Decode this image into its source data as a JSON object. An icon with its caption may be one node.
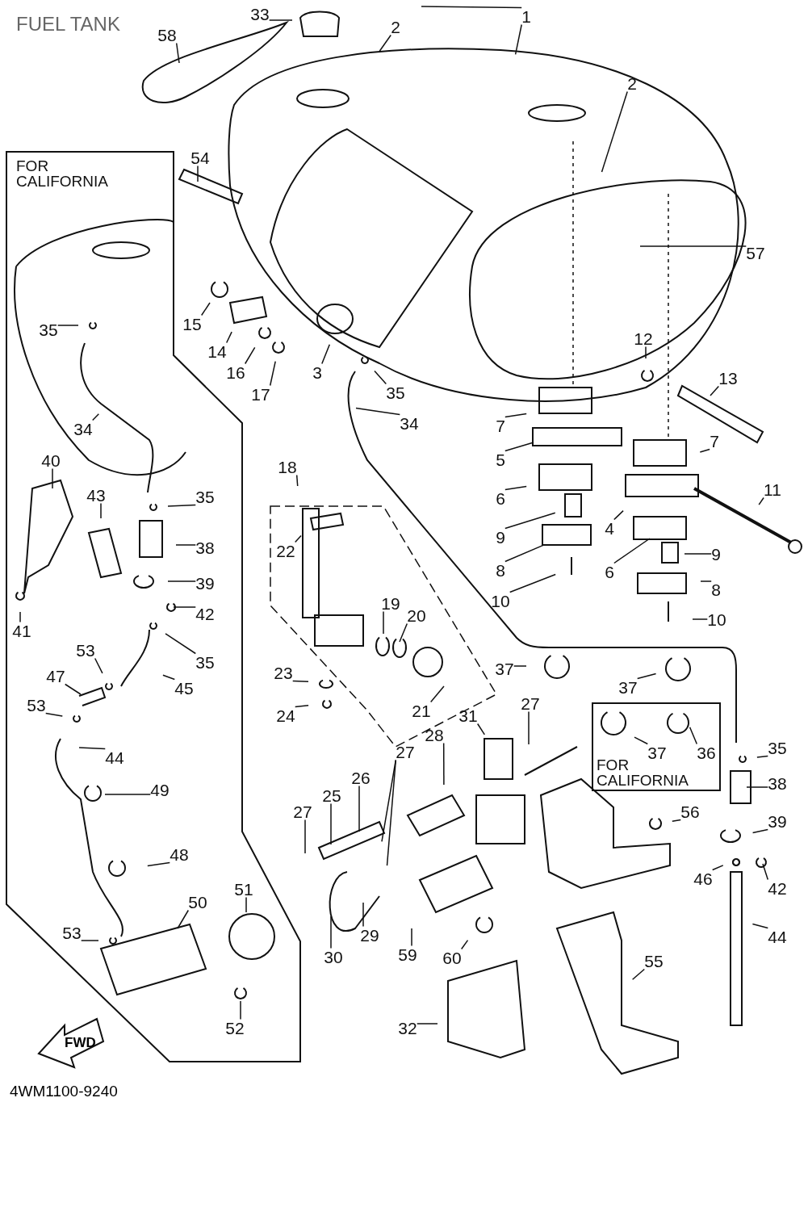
{
  "diagram": {
    "title": "FUEL TANK",
    "nodes": [
      {
        "text": [
          "FOR CALIFORNIA"
        ]
      },
      {
        "text": [
          "FOR CALIFORNIA"
        ]
      },
      {
        "text": [
          "33"
        ]
      },
      {
        "text": [
          "1"
        ]
      },
      {
        "text": [
          "2"
        ]
      },
      {
        "text": [
          "58"
        ]
      },
      {
        "text": [
          "2"
        ]
      },
      {
        "text": [
          "54"
        ]
      },
      {
        "text": [
          "57"
        ]
      },
      {
        "text": [
          "35"
        ],
        "in": 0
      },
      {
        "text": [
          "15"
        ]
      },
      {
        "text": [
          "12"
        ]
      },
      {
        "text": [
          "14"
        ]
      },
      {
        "text": [
          "16"
        ]
      },
      {
        "text": [
          "3"
        ]
      },
      {
        "text": [
          "13"
        ]
      },
      {
        "text": [
          "35"
        ]
      },
      {
        "text": [
          "17"
        ]
      },
      {
        "text": [
          "34"
        ]
      },
      {
        "text": [
          "7"
        ]
      },
      {
        "text": [
          "34"
        ],
        "in": 0
      },
      {
        "text": [
          "7"
        ]
      },
      {
        "text": [
          "5"
        ]
      },
      {
        "text": [
          "40"
        ],
        "in": 0
      },
      {
        "text": [
          "18"
        ]
      },
      {
        "text": [
          "11"
        ]
      },
      {
        "text": [
          "43"
        ],
        "in": 0
      },
      {
        "text": [
          "35"
        ],
        "in": 0
      },
      {
        "text": [
          "6"
        ]
      },
      {
        "text": [
          "4"
        ]
      },
      {
        "text": [
          "9"
        ]
      },
      {
        "text": [
          "38"
        ],
        "in": 0
      },
      {
        "text": [
          "22"
        ]
      },
      {
        "text": [
          "9"
        ]
      },
      {
        "text": [
          "8"
        ]
      },
      {
        "text": [
          "6"
        ]
      },
      {
        "text": [
          "39"
        ],
        "in": 0
      },
      {
        "text": [
          "8"
        ]
      },
      {
        "text": [
          "10"
        ]
      },
      {
        "text": [
          "19"
        ]
      },
      {
        "text": [
          "42"
        ],
        "in": 0
      },
      {
        "text": [
          "20"
        ]
      },
      {
        "text": [
          "10"
        ]
      },
      {
        "text": [
          "41"
        ],
        "in": 0
      },
      {
        "text": [
          "53"
        ],
        "in": 0
      },
      {
        "text": [
          "35"
        ],
        "in": 0
      },
      {
        "text": [
          "37"
        ]
      },
      {
        "text": [
          "23"
        ]
      },
      {
        "text": [
          "47"
        ],
        "in": 0
      },
      {
        "text": [
          "37"
        ]
      },
      {
        "text": [
          "45"
        ],
        "in": 0
      },
      {
        "text": [
          "27"
        ]
      },
      {
        "text": [
          "53"
        ],
        "in": 0
      },
      {
        "text": [
          "21"
        ]
      },
      {
        "text": [
          "24"
        ]
      },
      {
        "text": [
          "31"
        ]
      },
      {
        "text": [
          "28"
        ]
      },
      {
        "text": [
          "37"
        ],
        "in": 1
      },
      {
        "text": [
          "36"
        ],
        "in": 1
      },
      {
        "text": [
          "35"
        ]
      },
      {
        "text": [
          "27"
        ]
      },
      {
        "text": [
          "44"
        ],
        "in": 0
      },
      {
        "text": [
          "26"
        ]
      },
      {
        "text": [
          "38"
        ]
      },
      {
        "text": [
          "49"
        ],
        "in": 0
      },
      {
        "text": [
          "25"
        ]
      },
      {
        "text": [
          "27"
        ]
      },
      {
        "text": [
          "56"
        ]
      },
      {
        "text": [
          "39"
        ]
      },
      {
        "text": [
          "48"
        ],
        "in": 0
      },
      {
        "text": [
          "46"
        ]
      },
      {
        "text": [
          "42"
        ]
      },
      {
        "text": [
          "51"
        ],
        "in": 0
      },
      {
        "text": [
          "50"
        ],
        "in": 0
      },
      {
        "text": [
          "53"
        ],
        "in": 0
      },
      {
        "text": [
          "29"
        ]
      },
      {
        "text": [
          "44"
        ]
      },
      {
        "text": [
          "59"
        ]
      },
      {
        "text": [
          "30"
        ]
      },
      {
        "text": [
          "60"
        ]
      },
      {
        "text": [
          "55"
        ]
      },
      {
        "text": [
          "32"
        ]
      },
      {
        "text": [
          "52"
        ],
        "in": 0
      }
    ],
    "edges": [
      {
        "from": 2,
        "to": null,
        "arrow": "none"
      },
      {
        "from": 3,
        "to": null,
        "arrow": "none"
      },
      {
        "from": 4,
        "to": null,
        "arrow": "none"
      },
      {
        "from": 5,
        "to": null,
        "arrow": "none"
      },
      {
        "from": 6,
        "to": null,
        "arrow": "none"
      },
      {
        "from": 7,
        "to": null,
        "arrow": "none"
      },
      {
        "from": 8,
        "to": null,
        "arrow": "none"
      },
      {
        "from": 9,
        "to": null,
        "arrow": "none"
      },
      {
        "from": 10,
        "to": null,
        "arrow": "none"
      },
      {
        "from": 11,
        "to": null,
        "arrow": "none"
      },
      {
        "from": 12,
        "to": null,
        "arrow": "none"
      },
      {
        "from": 13,
        "to": null,
        "arrow": "none"
      },
      {
        "from": 14,
        "to": null,
        "arrow": "none"
      },
      {
        "from": 15,
        "to": null,
        "arrow": "none"
      },
      {
        "from": 16,
        "to": null,
        "arrow": "none"
      },
      {
        "from": 17,
        "to": null,
        "arrow": "none"
      },
      {
        "from": 18,
        "to": null,
        "arrow": "none"
      },
      {
        "from": 19,
        "to": null,
        "arrow": "none"
      },
      {
        "from": 20,
        "to": null,
        "arrow": "none"
      },
      {
        "from": 21,
        "to": null,
        "arrow": "none"
      },
      {
        "from": 22,
        "to": null,
        "arrow": "none"
      },
      {
        "from": 23,
        "to": null,
        "arrow": "none"
      },
      {
        "from": 24,
        "to": null,
        "arrow": "none"
      },
      {
        "from": 25,
        "to": null,
        "arrow": "none"
      },
      {
        "from": 26,
        "to": null,
        "arrow": "none"
      },
      {
        "from": 27,
        "to": null,
        "arrow": "none"
      },
      {
        "from": 28,
        "to": null,
        "arrow": "none"
      },
      {
        "from": 29,
        "to": null,
        "arrow": "none"
      },
      {
        "from": 30,
        "to": null,
        "arrow": "none"
      },
      {
        "from": 31,
        "to": null,
        "arrow": "none"
      },
      {
        "from": 32,
        "to": null,
        "arrow": "none"
      },
      {
        "from": 33,
        "to": null,
        "arrow": "none"
      },
      {
        "from": 34,
        "to": null,
        "arrow": "none"
      },
      {
        "from": 35,
        "to": null,
        "arrow": "none"
      },
      {
        "from": 36,
        "to": null,
        "arrow": "none"
      },
      {
        "from": 37,
        "to": null,
        "arrow": "none"
      },
      {
        "from": 38,
        "to": null,
        "arrow": "none"
      },
      {
        "from": 39,
        "to": null,
        "arrow": "none"
      },
      {
        "from": 40,
        "to": null,
        "arrow": "none"
      },
      {
        "from": 41,
        "to": null,
        "arrow": "none"
      },
      {
        "from": 42,
        "to": null,
        "arrow": "none"
      },
      {
        "from": 43,
        "to": null,
        "arrow": "none"
      },
      {
        "from": 44,
        "to": null,
        "arrow": "none"
      },
      {
        "from": 45,
        "to": null,
        "arrow": "none"
      },
      {
        "from": 46,
        "to": null,
        "arrow": "none"
      },
      {
        "from": 47,
        "to": null,
        "arrow": "none"
      },
      {
        "from": 48,
        "to": null,
        "arrow": "none"
      },
      {
        "from": 49,
        "to": null,
        "arrow": "none"
      },
      {
        "from": 50,
        "to": null,
        "arrow": "none"
      },
      {
        "from": 51,
        "to": null,
        "arrow": "none"
      },
      {
        "from": 52,
        "to": null,
        "arrow": "none"
      },
      {
        "from": 53,
        "to": null,
        "arrow": "none"
      },
      {
        "from": 54,
        "to": null,
        "arrow": "none"
      },
      {
        "from": 55,
        "to": null,
        "arrow": "none"
      },
      {
        "from": 56,
        "to": null,
        "arrow": "none"
      },
      {
        "from": 57,
        "to": null,
        "arrow": "none"
      },
      {
        "from": 58,
        "to": null,
        "arrow": "none"
      },
      {
        "from": 59,
        "to": null,
        "arrow": "none"
      },
      {
        "from": 60,
        "to": null,
        "arrow": "none"
      },
      {
        "from": 61,
        "to": null,
        "arrow": "none"
      },
      {
        "from": 62,
        "to": null,
        "arrow": "none"
      },
      {
        "from": 63,
        "to": null,
        "arrow": "none"
      },
      {
        "from": 64,
        "to": null,
        "arrow": "none"
      },
      {
        "from": 65,
        "to": null,
        "arrow": "none"
      },
      {
        "from": 66,
        "to": null,
        "arrow": "none"
      },
      {
        "from": 67,
        "to": null,
        "arrow": "none"
      },
      {
        "from": 68,
        "to": null,
        "arrow": "none"
      },
      {
        "from": 69,
        "to": null,
        "arrow": "none"
      },
      {
        "from": 70,
        "to": null,
        "arrow": "none"
      },
      {
        "from": 71,
        "to": null,
        "arrow": "none"
      },
      {
        "from": 72,
        "to": null,
        "arrow": "none"
      },
      {
        "from": 73,
        "to": null,
        "arrow": "none"
      },
      {
        "from": 74,
        "to": null,
        "arrow": "none"
      },
      {
        "from": 75,
        "to": null,
        "arrow": "none"
      },
      {
        "from": 76,
        "to": null,
        "arrow": "none"
      },
      {
        "from": 77,
        "to": null,
        "arrow": "none"
      },
      {
        "from": 78,
        "to": null,
        "arrow": "none"
      },
      {
        "from": 79,
        "to": null,
        "arrow": "none"
      },
      {
        "from": 80,
        "to": null,
        "arrow": "none"
      },
      {
        "from": 81,
        "to": null,
        "arrow": "none"
      },
      {
        "from": 82,
        "to": null,
        "arrow": "none"
      },
      {
        "from": 3,
        "to": null,
        "arrow": "none"
      },
      {
        "from": 60,
        "to": null,
        "arrow": "none"
      }
    ],
    "labels": [
      "FWD",
      "4WM1100-9240"
    ]
  }
}
